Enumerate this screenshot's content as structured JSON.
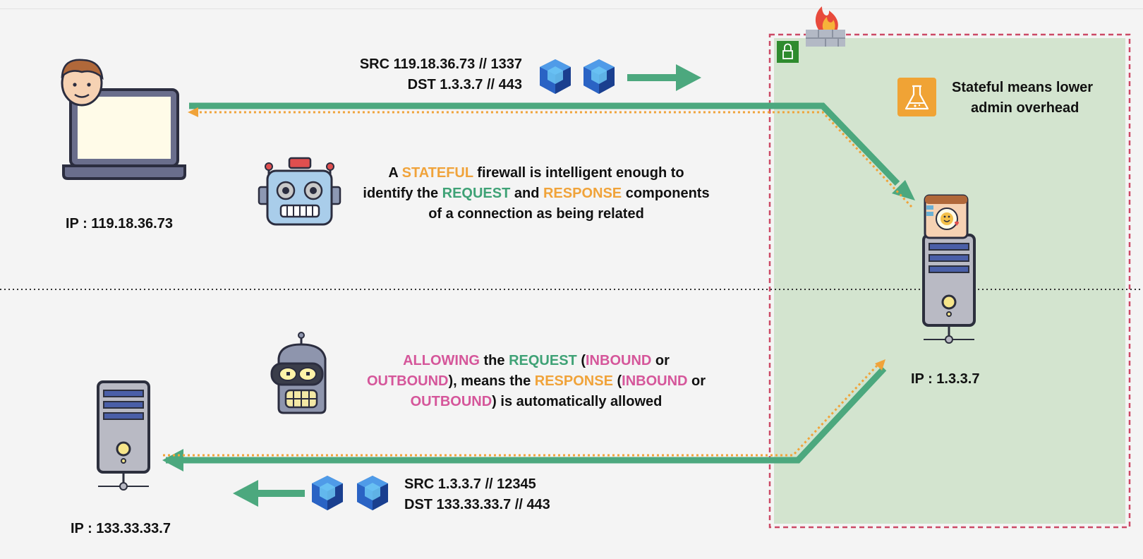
{
  "colors": {
    "background": "#f4f4f4",
    "zone_fill": "#d3e4cf",
    "zone_border": "#cc4a66",
    "request_green": "#4ca87e",
    "response_orange": "#f0a33a",
    "highlight_pink": "#d5569a",
    "packet_blue": "#1f5fbf",
    "lock_green": "#2e8b2e"
  },
  "icons": {
    "firewall": "firewall-brick-flame-icon",
    "lock": "padlock-icon",
    "flask": "flask-icon",
    "client": "laptop-with-person-icon",
    "robot": "robot-head-icon",
    "bender": "bender-robot-head-icon",
    "web_server": "server-tower-icon",
    "remote_server": "server-tower-icon",
    "packet": "cube-packet-icon"
  },
  "top_packet": {
    "src": "SRC 119.18.36.73 // 1337",
    "dst": "DST 1.3.3.7 // 443"
  },
  "bottom_packet": {
    "src": "SRC 1.3.3.7 // 12345",
    "dst": "DST 133.33.33.7 // 443"
  },
  "client": {
    "ip": "IP : 119.18.36.73"
  },
  "web_server": {
    "ip": "IP : 1.3.3.7"
  },
  "remote_server": {
    "ip": "IP : 133.33.33.7"
  },
  "stateful_note": {
    "line1": "Stateful means lower",
    "line2": "admin overhead"
  },
  "explanation_top": {
    "w1": "A ",
    "w2": "STATEFUL",
    "w3": " firewall is intelligent enough to",
    "w4": "identify the ",
    "w5": "REQUEST",
    "w6": " and ",
    "w7": "RESPONSE",
    "w8": " components",
    "w9": "of a connection as being related"
  },
  "explanation_bottom": {
    "w1": "ALLOWING",
    "w2": " the ",
    "w3": "REQUEST",
    "w4": " (",
    "w5": "INBOUND",
    "w6": " or",
    "w7": "OUTBOUND",
    "w8": "), means the ",
    "w9": "RESPONSE",
    "w10": " (",
    "w11": "INBOUND",
    "w12": " or",
    "w13": "OUTBOUND",
    "w14": ") is automatically allowed"
  }
}
